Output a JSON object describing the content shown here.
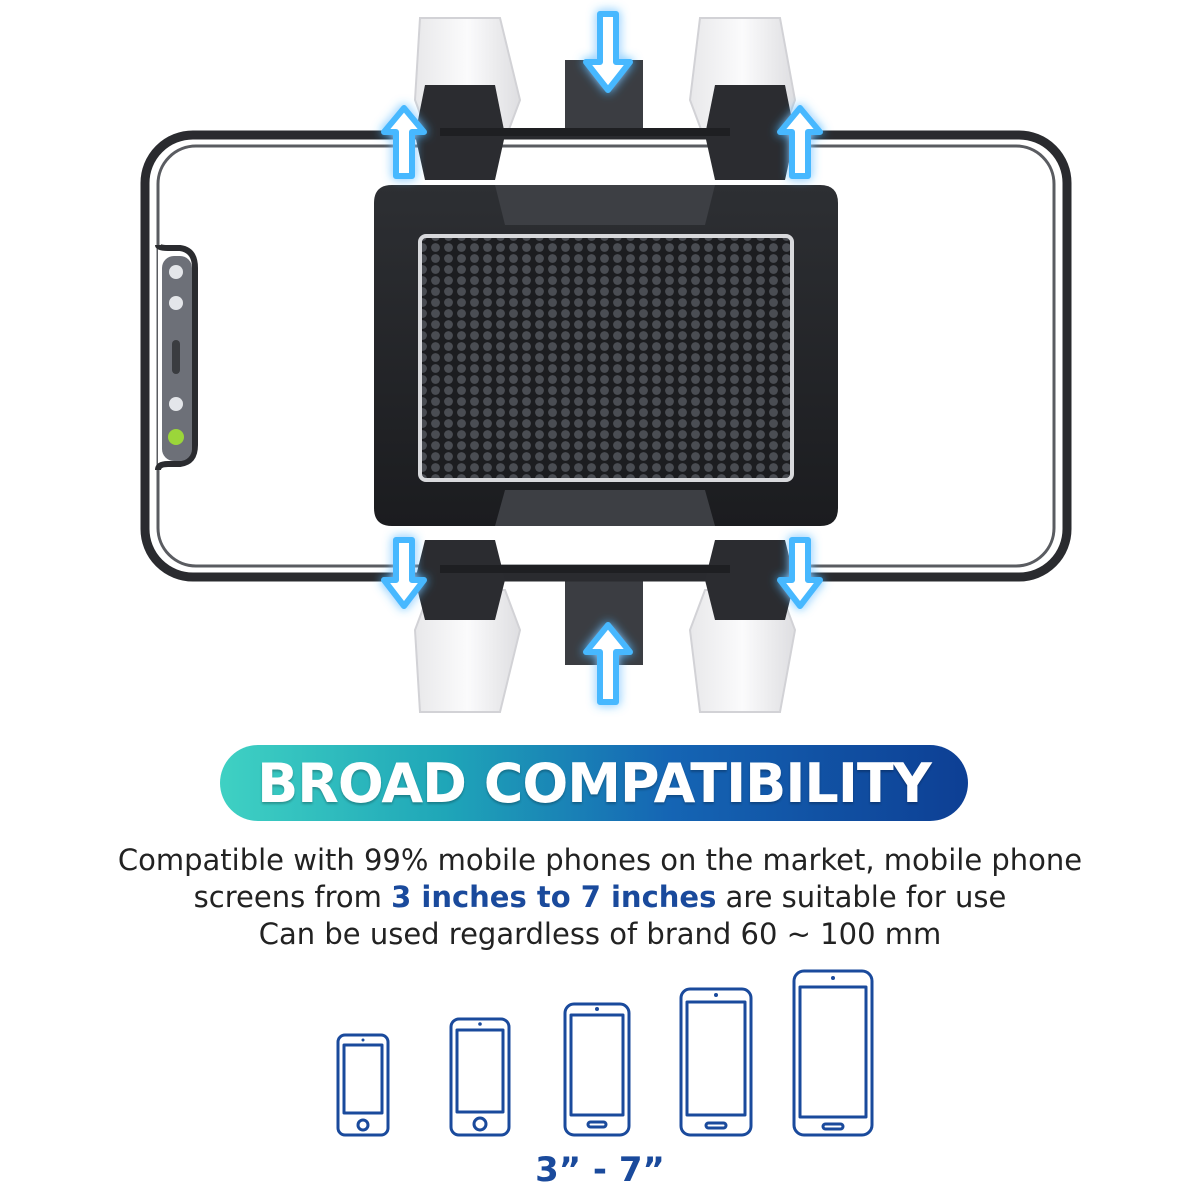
{
  "banner": {
    "title": "BROAD COMPATIBILITY"
  },
  "description": {
    "line1": "Compatible with 99% mobile phones on the market, mobile phone",
    "line2_prefix": "screens from ",
    "line2_highlight": "3 inches to 7 inches",
    "line2_suffix": " are suitable for use",
    "line3": "Can be used regardless of brand 60 ~ 100 mm"
  },
  "size_range": "3” - 7”",
  "colors": {
    "accent_blue": "#1a4a9c",
    "glow_blue": "#3fb6ff",
    "banner_start": "#3fd1c3",
    "banner_end": "#0d3f94"
  },
  "icons": [
    "phone-outline-icon",
    "arrow-up-icon",
    "arrow-down-icon"
  ]
}
